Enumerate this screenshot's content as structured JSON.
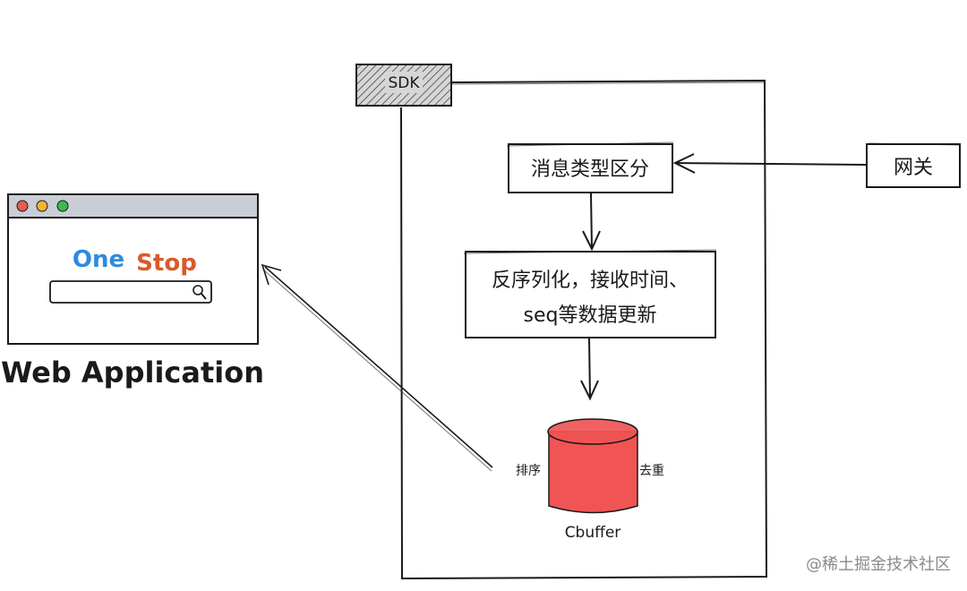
{
  "sdk": {
    "label": "SDK"
  },
  "gateway": {
    "label": "网关"
  },
  "steps": {
    "classify": "消息类型区分",
    "process_line1": "反序列化，接收时间、",
    "process_line2": "seq等数据更新"
  },
  "buffer": {
    "label": "Cbuffer",
    "left_note": "排序",
    "right_note": "去重",
    "color": "#f05454"
  },
  "browser": {
    "brand_word1": "One",
    "brand_word2": "Stop",
    "brand_color1": "#2d8ae0",
    "brand_color2": "#d9592a",
    "search_icon": "search-icon",
    "traffic_lights": [
      "#e85c4a",
      "#f2b233",
      "#3cb94e"
    ]
  },
  "web_app_label": "Web Application",
  "watermark": "@稀土掘金技术社区"
}
